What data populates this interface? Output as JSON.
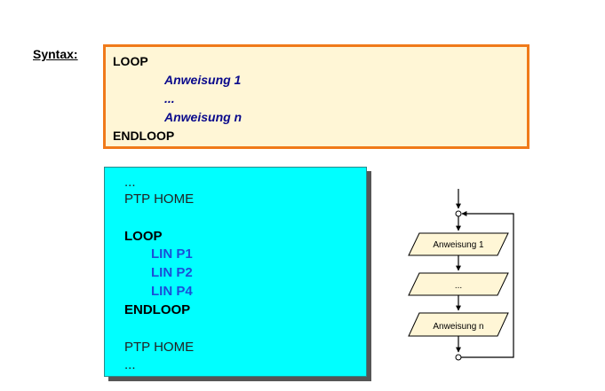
{
  "syntax": {
    "label": "Syntax:",
    "lines": [
      "LOOP",
      "Anweisung 1",
      "...",
      "Anweisung n",
      "ENDLOOP"
    ]
  },
  "example": {
    "ellipsis_top": "...",
    "ptp_home_1": "PTP HOME",
    "loop": "LOOP",
    "lin_p1": "LIN P1",
    "lin_p2": "LIN P2",
    "lin_p4": "LIN P4",
    "endloop": "ENDLOOP",
    "ptp_home_2": "PTP HOME",
    "ellipsis_bottom": "..."
  },
  "flowchart": {
    "step1": "Anweisung 1",
    "step2": "...",
    "step3": "Anweisung n"
  },
  "colors": {
    "syntax_border": "#f07a1a",
    "syntax_fill": "#fff6d6",
    "example_fill": "#00ffff",
    "flow_box_fill": "#fff6d6",
    "lin_text": "#1a4fd8"
  }
}
